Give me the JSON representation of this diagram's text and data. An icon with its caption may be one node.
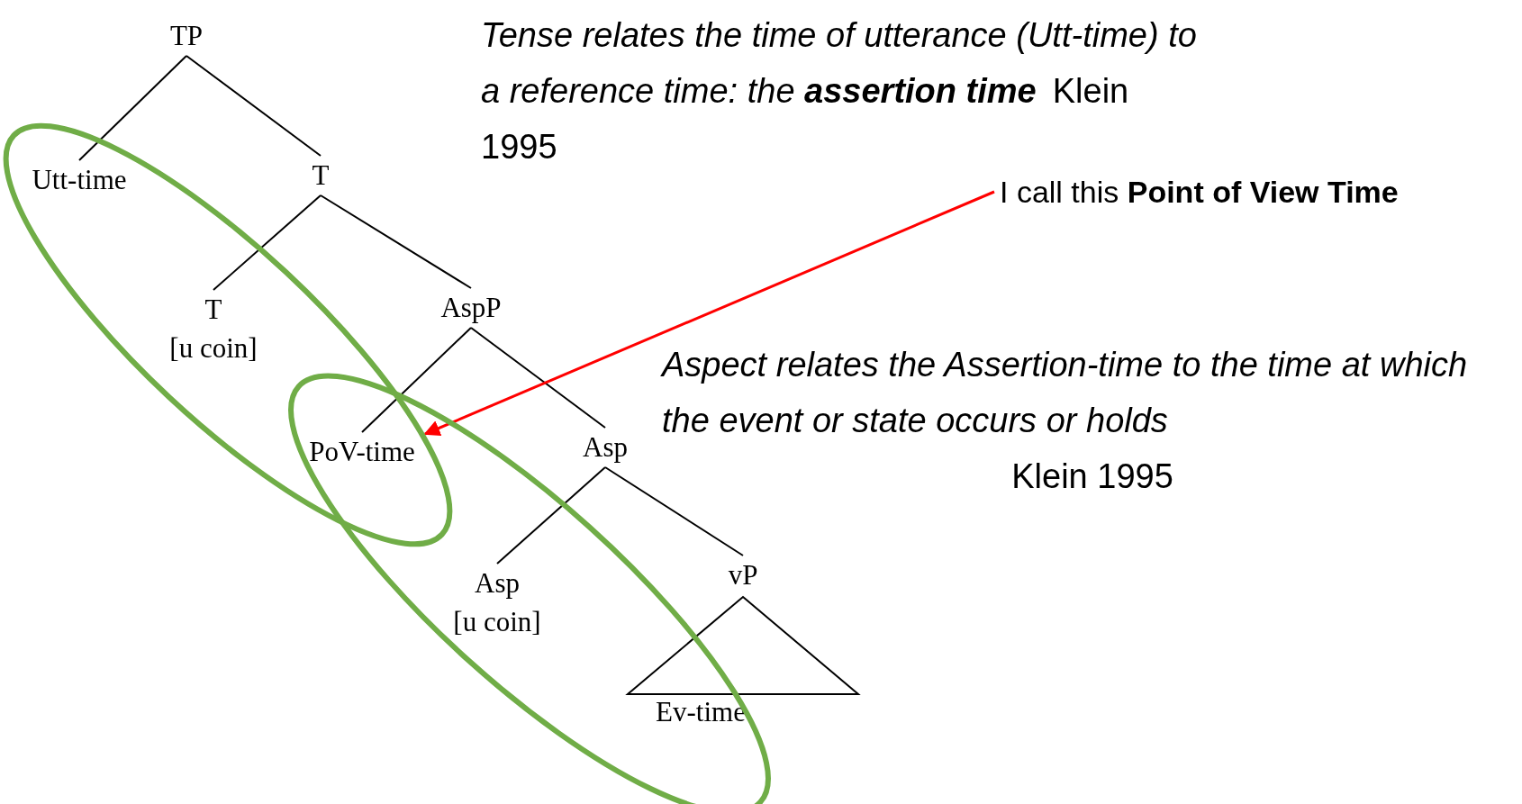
{
  "diagram": {
    "nodes": [
      {
        "text": [
          "TP"
        ]
      },
      {
        "text": [
          "Utt-time"
        ]
      },
      {
        "text": [
          "T"
        ]
      },
      {
        "text": [
          "T",
          "[u coin]"
        ]
      },
      {
        "text": [
          "AspP"
        ]
      },
      {
        "text": [
          "PoV-time"
        ]
      },
      {
        "text": [
          "Asp"
        ]
      },
      {
        "text": [
          "Asp",
          "[u coin]"
        ]
      },
      {
        "text": [
          "vP"
        ]
      },
      {
        "text": [],
        "shape": "triangle"
      },
      {
        "text": [
          "Ev-time"
        ]
      },
      {
        "text": [
          "I call this **Point of View Time**"
        ]
      }
    ],
    "edges": [
      {
        "from": 0,
        "to": 1,
        "arrow": "none"
      },
      {
        "from": 0,
        "to": 2,
        "arrow": "none"
      },
      {
        "from": 2,
        "to": 3,
        "arrow": "none"
      },
      {
        "from": 2,
        "to": 4,
        "arrow": "none"
      },
      {
        "from": 4,
        "to": 5,
        "arrow": "none"
      },
      {
        "from": 4,
        "to": 6,
        "arrow": "none"
      },
      {
        "from": 6,
        "to": 7,
        "arrow": "none"
      },
      {
        "from": 6,
        "to": 8,
        "arrow": "none"
      },
      {
        "from": 11,
        "to": 5,
        "arrow": "to",
        "color": "#ff0000"
      }
    ],
    "labels": [
      "Tense relates the time of utterance (Utt-time) to a reference time: the **assertion time**",
      "Klein 1995",
      "Aspect relates the Assertion-time to the time at which the event or state occurs or holds",
      "Klein 1995"
    ]
  }
}
